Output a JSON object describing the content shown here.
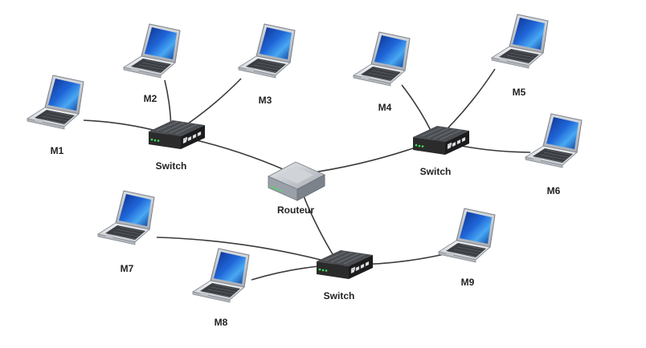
{
  "colors": {
    "link": "#3a3a3a",
    "screen": "#1f66d8",
    "switch_body": "#2b2b2b",
    "router_body": "#b8bcc2"
  },
  "nodes": {
    "router": {
      "label": "Routeur",
      "icon": "router-icon"
    },
    "switch_1": {
      "label": "Switch",
      "icon": "switch-icon"
    },
    "switch_2": {
      "label": "Switch",
      "icon": "switch-icon"
    },
    "switch_3": {
      "label": "Switch",
      "icon": "switch-icon"
    },
    "m1": {
      "label": "M1",
      "icon": "laptop-icon"
    },
    "m2": {
      "label": "M2",
      "icon": "laptop-icon"
    },
    "m3": {
      "label": "M3",
      "icon": "laptop-icon"
    },
    "m4": {
      "label": "M4",
      "icon": "laptop-icon"
    },
    "m5": {
      "label": "M5",
      "icon": "laptop-icon"
    },
    "m6": {
      "label": "M6",
      "icon": "laptop-icon"
    },
    "m7": {
      "label": "M7",
      "icon": "laptop-icon"
    },
    "m8": {
      "label": "M8",
      "icon": "laptop-icon"
    },
    "m9": {
      "label": "M9",
      "icon": "laptop-icon"
    }
  },
  "links": [
    [
      "router",
      "switch_1"
    ],
    [
      "router",
      "switch_2"
    ],
    [
      "router",
      "switch_3"
    ],
    [
      "switch_1",
      "m1"
    ],
    [
      "switch_1",
      "m2"
    ],
    [
      "switch_1",
      "m3"
    ],
    [
      "switch_2",
      "m4"
    ],
    [
      "switch_2",
      "m5"
    ],
    [
      "switch_2",
      "m6"
    ],
    [
      "switch_3",
      "m7"
    ],
    [
      "switch_3",
      "m8"
    ],
    [
      "switch_3",
      "m9"
    ]
  ]
}
